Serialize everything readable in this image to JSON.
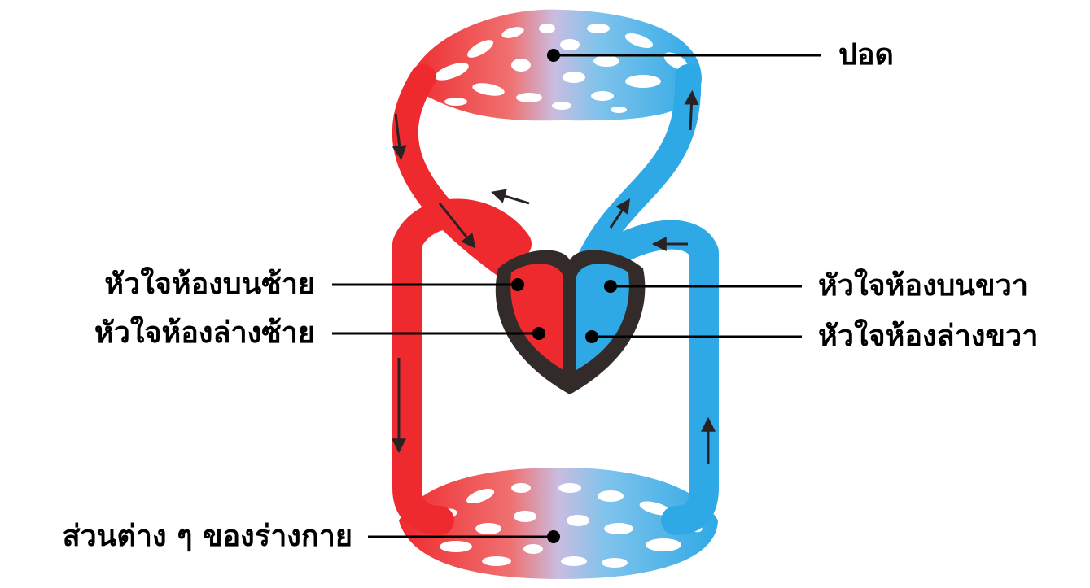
{
  "labels": {
    "lungs": "ปอด",
    "left_atrium": "หัวใจห้องบนซ้าย",
    "left_ventricle": "หัวใจห้องล่างซ้าย",
    "right_atrium": "หัวใจห้องบนขวา",
    "right_ventricle": "หัวใจห้องล่างขวา",
    "body_parts": "ส่วนต่าง ๆ ของร่างกาย"
  },
  "colors": {
    "oxygenated": "#ee2a2e",
    "deoxygenated": "#2ea9e6",
    "heart_wall": "#332a2a",
    "capillary_mid": "#c9bde0",
    "leader_line": "#000000"
  }
}
